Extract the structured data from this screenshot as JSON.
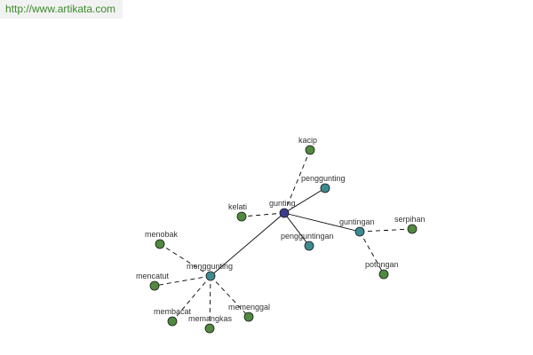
{
  "site": {
    "url": "http://www.artikata.com"
  },
  "colors": {
    "url_text": "#3a8a2a",
    "center_node": "#3d3b8e",
    "hub_node": "#3f8a90",
    "leaf_node": "#4f8a3e",
    "node_stroke": "#1a1a1a",
    "edge": "#000000"
  },
  "graph": {
    "nodes": [
      {
        "id": "gunting",
        "label": "gunting",
        "kind": "center"
      },
      {
        "id": "kacip",
        "label": "kacip",
        "kind": "leaf"
      },
      {
        "id": "penggunting",
        "label": "penggunting",
        "kind": "hub"
      },
      {
        "id": "kelati",
        "label": "kelati",
        "kind": "leaf"
      },
      {
        "id": "pengguntingan",
        "label": "pengguntingan",
        "kind": "hub"
      },
      {
        "id": "guntingan",
        "label": "guntingan",
        "kind": "hub"
      },
      {
        "id": "serpihan",
        "label": "serpihan",
        "kind": "leaf"
      },
      {
        "id": "potongan",
        "label": "potongan",
        "kind": "leaf"
      },
      {
        "id": "menggunting",
        "label": "menggunting",
        "kind": "hub"
      },
      {
        "id": "menobak",
        "label": "menobak",
        "kind": "leaf"
      },
      {
        "id": "mencatut",
        "label": "mencatut",
        "kind": "leaf"
      },
      {
        "id": "membacat",
        "label": "membacat",
        "kind": "leaf"
      },
      {
        "id": "memangkas",
        "label": "memangkas",
        "kind": "leaf"
      },
      {
        "id": "memenggal",
        "label": "memenggal",
        "kind": "leaf"
      }
    ],
    "edges": [
      {
        "from": "gunting",
        "to": "kacip",
        "style": "dashed"
      },
      {
        "from": "gunting",
        "to": "penggunting",
        "style": "solid"
      },
      {
        "from": "gunting",
        "to": "kelati",
        "style": "dashed"
      },
      {
        "from": "gunting",
        "to": "pengguntingan",
        "style": "solid"
      },
      {
        "from": "gunting",
        "to": "guntingan",
        "style": "solid"
      },
      {
        "from": "gunting",
        "to": "menggunting",
        "style": "solid"
      },
      {
        "from": "guntingan",
        "to": "serpihan",
        "style": "dashed"
      },
      {
        "from": "guntingan",
        "to": "potongan",
        "style": "dashed"
      },
      {
        "from": "menggunting",
        "to": "menobak",
        "style": "dashed"
      },
      {
        "from": "menggunting",
        "to": "mencatut",
        "style": "dashed"
      },
      {
        "from": "menggunting",
        "to": "membacat",
        "style": "dashed"
      },
      {
        "from": "menggunting",
        "to": "memangkas",
        "style": "dashed"
      },
      {
        "from": "menggunting",
        "to": "memenggal",
        "style": "dashed"
      }
    ]
  }
}
